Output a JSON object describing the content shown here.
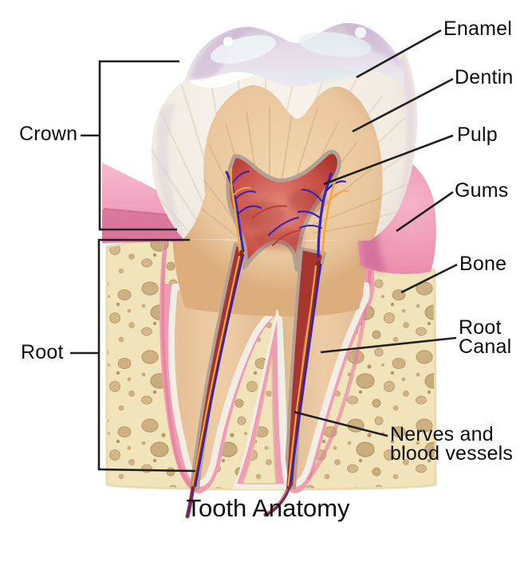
{
  "title": "Tooth Anatomy",
  "labels": {
    "enamel": "Enamel",
    "dentin": "Dentin",
    "pulp": "Pulp",
    "gums": "Gums",
    "bone": "Bone",
    "root_canal": "Root Canal",
    "nerves": "Nerves and blood vessels",
    "crown": "Crown",
    "root": "Root"
  },
  "colors": {
    "background": "#ffffff",
    "label_text": "#0d0d0d",
    "leader_line": "#1f1f1f",
    "enamel": "#f3ede4",
    "enamel_cap": "#e3d9e6",
    "dentin": "#e9c69d",
    "pulp": "#c4463f",
    "pulp_outline": "#b2a091",
    "gums": "#ee8fae",
    "ligament": "#f19cb2",
    "cementum": "#f2eee6",
    "bone": "#f2e4ba",
    "bone_spots": "#cdb183",
    "nerve_blue": "#3a22b4",
    "vessel_yellow": "#f2a73c",
    "canal_red": "#a83630"
  }
}
